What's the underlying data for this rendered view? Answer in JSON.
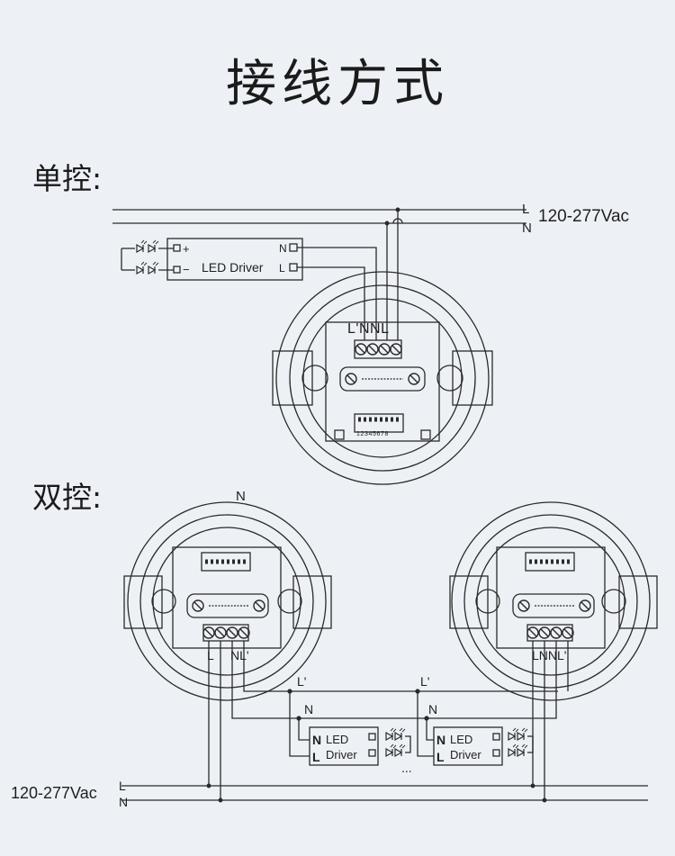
{
  "title": "接线方式",
  "single": {
    "label": "单控:",
    "bus_l": "L",
    "bus_n": "N",
    "voltage": "120-277Vac",
    "driver_label": "LED Driver",
    "driver_n": "N",
    "driver_l": "L",
    "driver_plus": "+",
    "driver_minus": "−",
    "terminals": "L'NNL",
    "dip_numbers": "12345678"
  },
  "dual": {
    "label": "双控:",
    "top_n": "N",
    "left_terminal_l": "L",
    "left_terminal_nl": "NL'",
    "right_terminals": "LNNL'",
    "lprime_1": "L'",
    "lprime_2": "L'",
    "n_1": "N",
    "n_2": "N",
    "driver_led": "LED",
    "driver_driver": "Driver",
    "driver_n": "N",
    "driver_l": "L",
    "driver2_led": "LED",
    "driver2_driver": "Driver",
    "driver2_n": "N",
    "driver2_l": "L",
    "ellipsis": "...",
    "voltage": "120-277Vac",
    "bus_l": "L",
    "bus_n": "N"
  },
  "colors": {
    "line": "#2a2a2a",
    "background": "#edf1f5"
  }
}
